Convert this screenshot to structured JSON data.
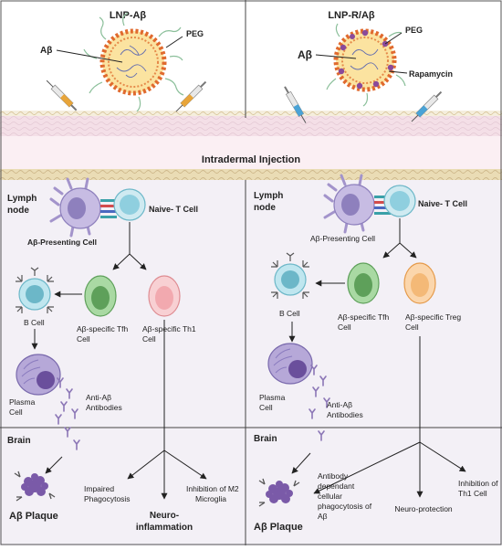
{
  "left": {
    "title": "LNP-Aβ",
    "peg": "PEG",
    "ab": "Aβ",
    "lymph_line1": "Lymph",
    "lymph_line2": "node",
    "naive": "Naive- T Cell",
    "apc": "Aβ-Presenting Cell",
    "bcell": "B Cell",
    "tfh_line1": "Aβ-specific Tfh",
    "tfh_line2": "Cell",
    "th1_line1": "Aβ-specific Th1",
    "th1_line2": "Cell",
    "plasma_line1": "Plasma",
    "plasma_line2": "Cell",
    "antibodies_line1": "Anti-Aβ",
    "antibodies_line2": "Antibodies",
    "brain": "Brain",
    "plaque": "Aβ Plaque",
    "impaired_line1": "Impaired",
    "impaired_line2": "Phagocytosis",
    "neuro_line1": "Neuro-",
    "neuro_line2": "inflammation",
    "inhib_line1": "Inhibition of M2",
    "inhib_line2": "Microglia"
  },
  "right": {
    "title": "LNP-R/Aβ",
    "peg": "PEG",
    "ab": "Aβ",
    "rapamycin": "Rapamycin",
    "lymph_line1": "Lymph",
    "lymph_line2": "node",
    "naive": "Naive- T Cell",
    "apc": "Aβ-Presenting Cell",
    "bcell": "B Cell",
    "tfh_line1": "Aβ-specific Tfh",
    "tfh_line2": "Cell",
    "treg_line1": "Aβ-specific Treg",
    "treg_line2": "Cell",
    "plasma_line1": "Plasma",
    "plasma_line2": "Cell",
    "antibodies_line1": "Anti-Aβ",
    "antibodies_line2": "Antibodies",
    "brain": "Brain",
    "plaque": "Aβ Plaque",
    "adcp_line1": "Antibody",
    "adcp_line2": "dependant",
    "adcp_line3": "cellular",
    "adcp_line4": "phagocytosis of",
    "adcp_line5": "Aβ",
    "neuroprot": "Neuro-protection",
    "inhib_line1": "Inhibition of",
    "inhib_line2": "Th1 Cell"
  },
  "injection": "Intradermal Injection",
  "colors": {
    "background_lower": "#f3f0f6",
    "skin_band": "#f6e3ea",
    "fibers": "#d9c9a2",
    "apc": "#b8a9d6",
    "naive_t": "#bfe3ec",
    "b_cell": "#8fd0e0",
    "tfh": "#7cc07a",
    "th1": "#f3b7bb",
    "treg": "#f4b977",
    "plasma": "#8b7bb8",
    "antibody": "#8b76b6",
    "plaque": "#7a5aa8",
    "lnp_shell": "#e06a2e",
    "lnp_core": "#fbe3a0"
  }
}
